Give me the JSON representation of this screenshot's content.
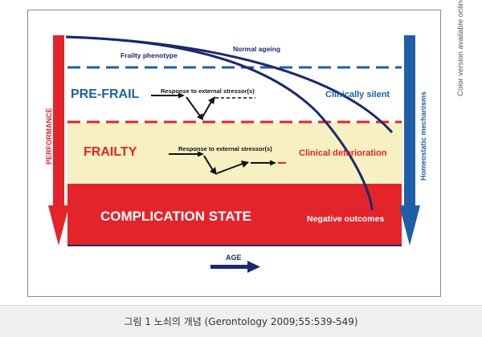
{
  "side_note": "Color version available online",
  "caption": "그림 1 노쇠의 개념 (Gerontology 2009;55:539-549)",
  "diagram": {
    "left_arrow_label": "PERFORMANCE",
    "right_arrow_label": "Homeostatic mechanisms",
    "curve_label_frailty": "Frailty phenotype",
    "curve_label_ageing": "Normal ageing",
    "prefrail_title": "PRE-FRAIL",
    "prefrail_response": "Response to external stressor(s)",
    "prefrail_right_label": "Clinically silent",
    "frailty_title": "FRAILTY",
    "frailty_response": "Response to external stressor(s)",
    "frailty_right_label": "Clinical deterioration",
    "complication_title": "COMPLICATION STATE",
    "negative_outcomes": "Negative outcomes",
    "age_label": "AGE"
  },
  "colors": {
    "red": "#e3242b",
    "blue": "#1f5fa8",
    "navy": "#1a2a6c",
    "frailty_band": "#f6f0c2"
  }
}
